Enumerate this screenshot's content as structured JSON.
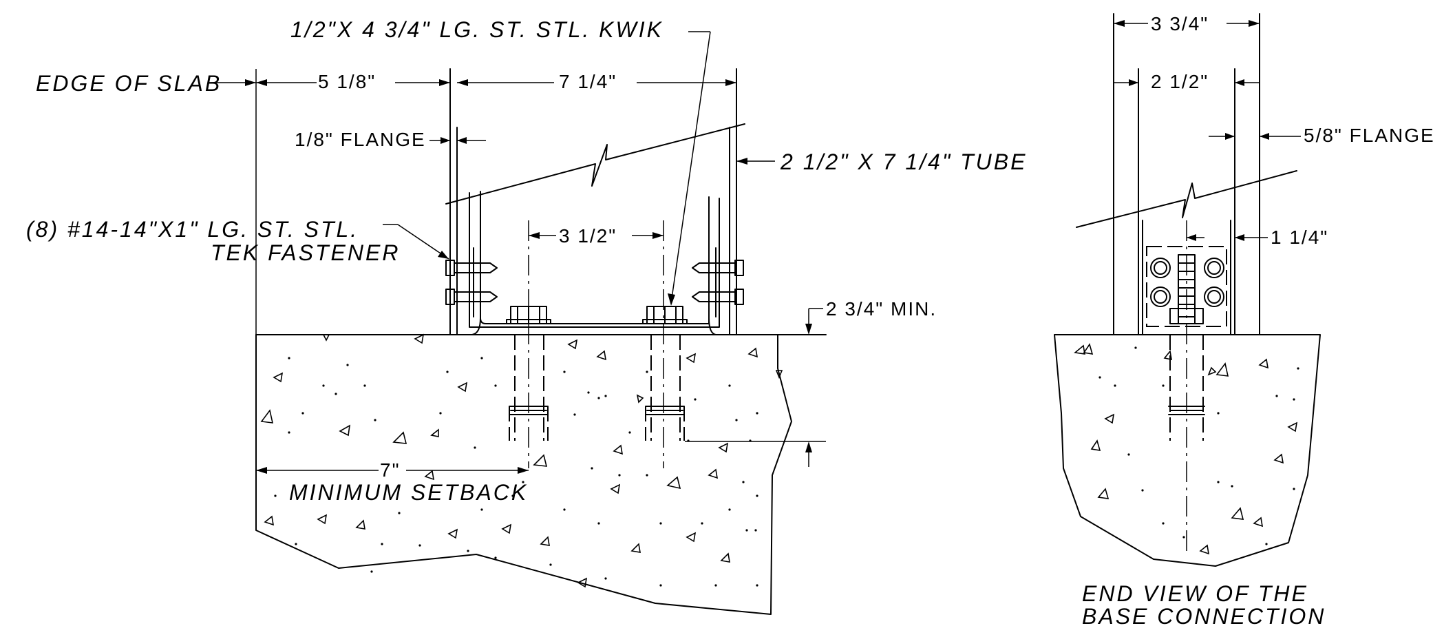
{
  "labels": {
    "edge_of_slab": "EDGE OF SLAB",
    "dim_5_1_8": "5 1/8\"",
    "dim_7_1_4": "7 1/4\"",
    "kwik_note": "1/2\"X 4 3/4\" LG. ST. STL. KWIK",
    "flange_1_8": "1/8\" FLANGE",
    "tube": "2 1/2\" X 7 1/4\" TUBE",
    "fastener_line1": "(8) #14-14\"X1\" LG. ST. STL.",
    "fastener_line2": "TEK FASTENER",
    "dim_3_1_2": "3 1/2\"",
    "dim_2_3_4": "2 3/4\" MIN.",
    "dim_7": "7\"",
    "min_setback": "MINIMUM SETBACK",
    "dim_3_3_4": "3 3/4\"",
    "dim_2_1_2": "2 1/2\"",
    "flange_5_8": "5/8\" FLANGE",
    "dim_1_1_4": "1 1/4\"",
    "end_view_line1": "END VIEW OF THE",
    "end_view_line2": "BASE CONNECTION"
  }
}
